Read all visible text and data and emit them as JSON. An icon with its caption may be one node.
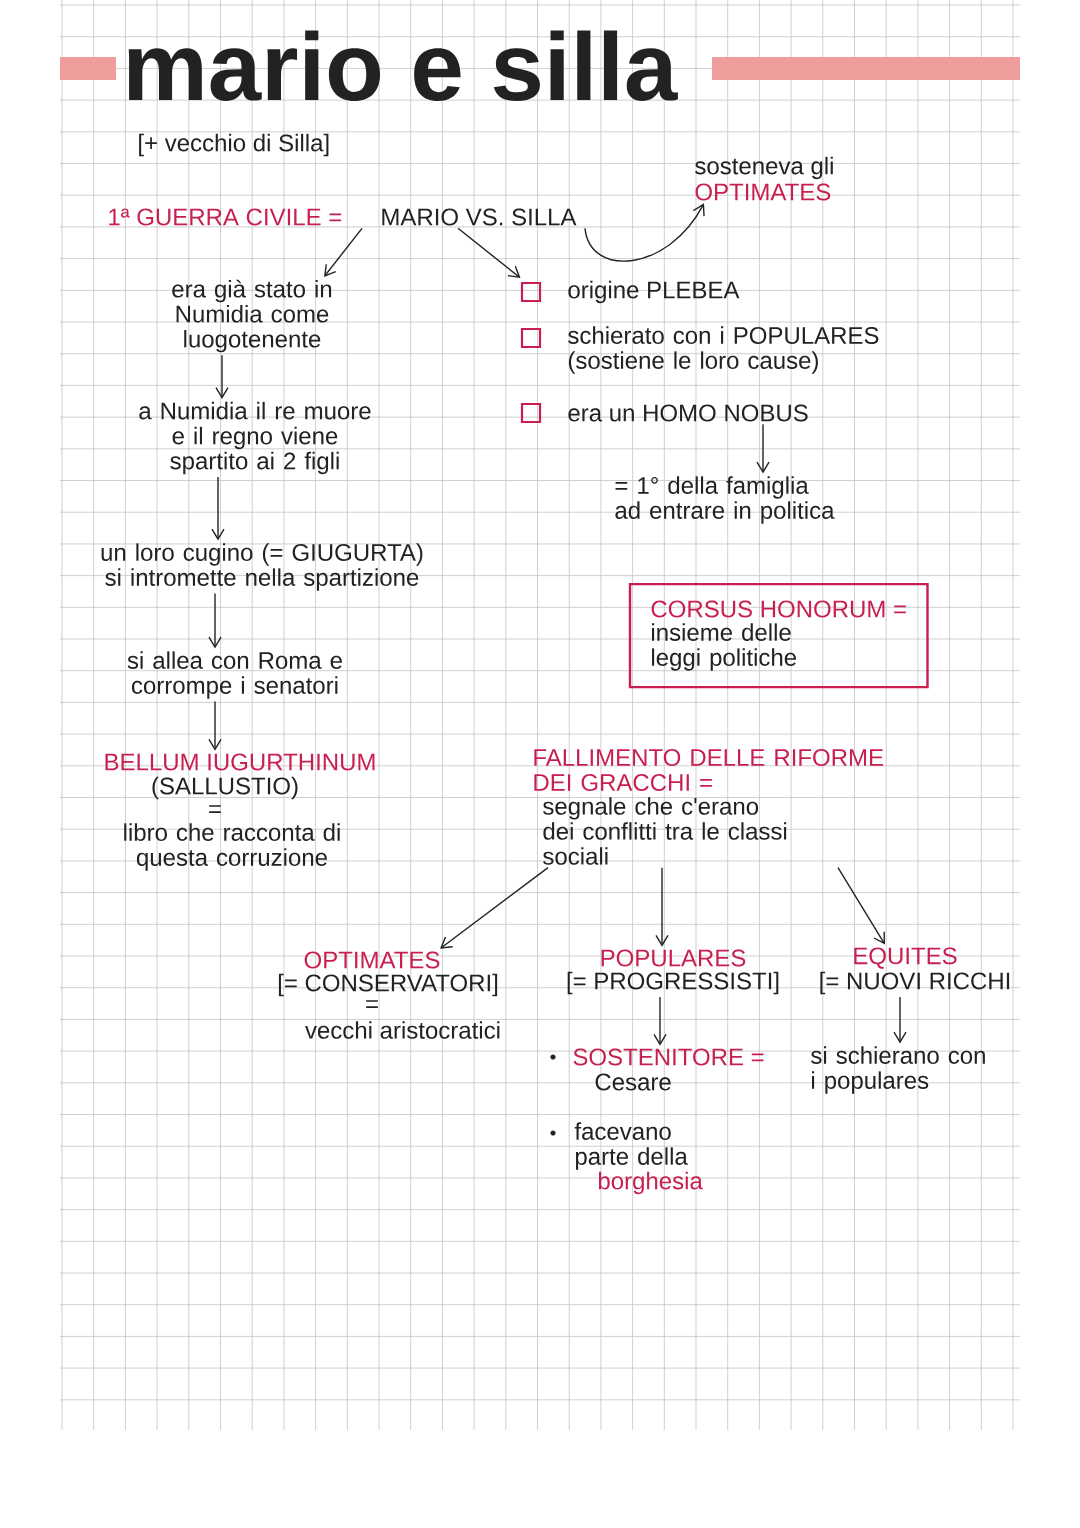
{
  "diagram": {
    "title": "mario e silla",
    "nodes": [
      {
        "text": [
          "1ª GUERRA CIVILE =",
          "MARIO VS. SILLA"
        ]
      },
      {
        "text": [
          "sosteneva gli",
          "OPTIMATES"
        ]
      },
      {
        "text": [
          "era già stato in Numidia come luogotenente"
        ]
      },
      {
        "text": [
          "a Numidia il re muore e il regno viene spartito ai 2 figli"
        ]
      },
      {
        "text": [
          "un loro cugino (= GIUGURTA) si intromette nella spartizione"
        ]
      },
      {
        "text": [
          "si allea con Roma e corrompe i senatori"
        ]
      },
      {
        "text": [
          "BELLUM IUGURTHINUM",
          "(SALLUSTIO)",
          "=",
          "libro che racconta di questa corruzione"
        ]
      },
      {
        "text": [
          "origine PLEBEA",
          "schierato con i POPULARES (sostiene le loro cause)",
          "era un HOMO NOBUS"
        ]
      },
      {
        "text": [
          "= 1° della famiglia ad entrare in politica"
        ]
      },
      {
        "text": [
          "CORSUS HONORUM =",
          "insieme delle leggi politiche"
        ]
      },
      {
        "text": [
          "FALLIMENTO DELLE RIFORME DEI GRACCHI =",
          "segnale che c'erano dei conflitti tra le classi sociali"
        ]
      },
      {
        "text": [
          "OPTIMATES",
          "[= CONSERVATORI]",
          "=",
          "vecchi aristocratici"
        ]
      },
      {
        "text": [
          "POPULARES",
          "[= PROGRESSISTI]"
        ]
      },
      {
        "text": [
          "EQUITES",
          "[= NUOVI RICCHI"
        ]
      },
      {
        "text": [
          "SOSTENITORE =",
          "Cesare",
          "facevano parte della",
          "borghesia"
        ]
      },
      {
        "text": [
          "si schierano con i populares"
        ]
      }
    ],
    "edges": [
      {
        "from": 0,
        "to": 1,
        "arrow": "to"
      },
      {
        "from": 0,
        "to": 2,
        "arrow": "to"
      },
      {
        "from": 0,
        "to": 7,
        "arrow": "to"
      },
      {
        "from": 2,
        "to": 3,
        "arrow": "to"
      },
      {
        "from": 3,
        "to": 4,
        "arrow": "to"
      },
      {
        "from": 4,
        "to": 5,
        "arrow": "to"
      },
      {
        "from": 5,
        "to": 6,
        "arrow": "to"
      },
      {
        "from": 7,
        "to": 8,
        "arrow": "to"
      },
      {
        "from": 10,
        "to": 11,
        "arrow": "to"
      },
      {
        "from": 10,
        "to": 12,
        "arrow": "to"
      },
      {
        "from": 10,
        "to": 13,
        "arrow": "to"
      },
      {
        "from": 12,
        "to": 14,
        "arrow": "to"
      },
      {
        "from": 13,
        "to": 15,
        "arrow": "to"
      }
    ],
    "labels": [
      "[+ vecchio di Silla]"
    ]
  }
}
